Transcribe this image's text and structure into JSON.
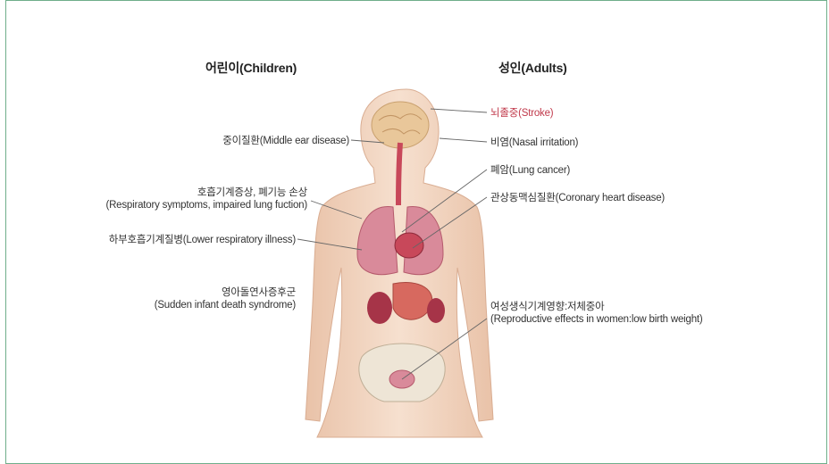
{
  "headings": {
    "children": "어린이(Children)",
    "adults": "성인(Adults)"
  },
  "children_labels": [
    {
      "lines": [
        "중이질환(Middle ear disease)"
      ]
    },
    {
      "lines": [
        "호흡기계증상, 폐기능 손상",
        "(Respiratory symptoms, impaired lung fuction)"
      ]
    },
    {
      "lines": [
        "하부호흡기계질병(Lower respiratory illness)"
      ]
    },
    {
      "lines": [
        "영아돌연사증후군",
        "(Sudden infant death syndrome)"
      ]
    }
  ],
  "adult_labels": [
    {
      "lines": [
        "뇌졸중(Stroke)"
      ],
      "highlight": true
    },
    {
      "lines": [
        "비염(Nasal irritation)"
      ]
    },
    {
      "lines": [
        "폐암(Lung cancer)"
      ]
    },
    {
      "lines": [
        "관상동맥심질환(Coronary heart disease)"
      ]
    },
    {
      "lines": [
        "여성생식기계영향:저체중아",
        "(Reproductive effects in women:low birth weight)"
      ]
    }
  ],
  "colors": {
    "frame": "#6fae8a",
    "highlight": "#c0384a",
    "skin": "#f3d7c2",
    "organs": "#c8485a"
  }
}
